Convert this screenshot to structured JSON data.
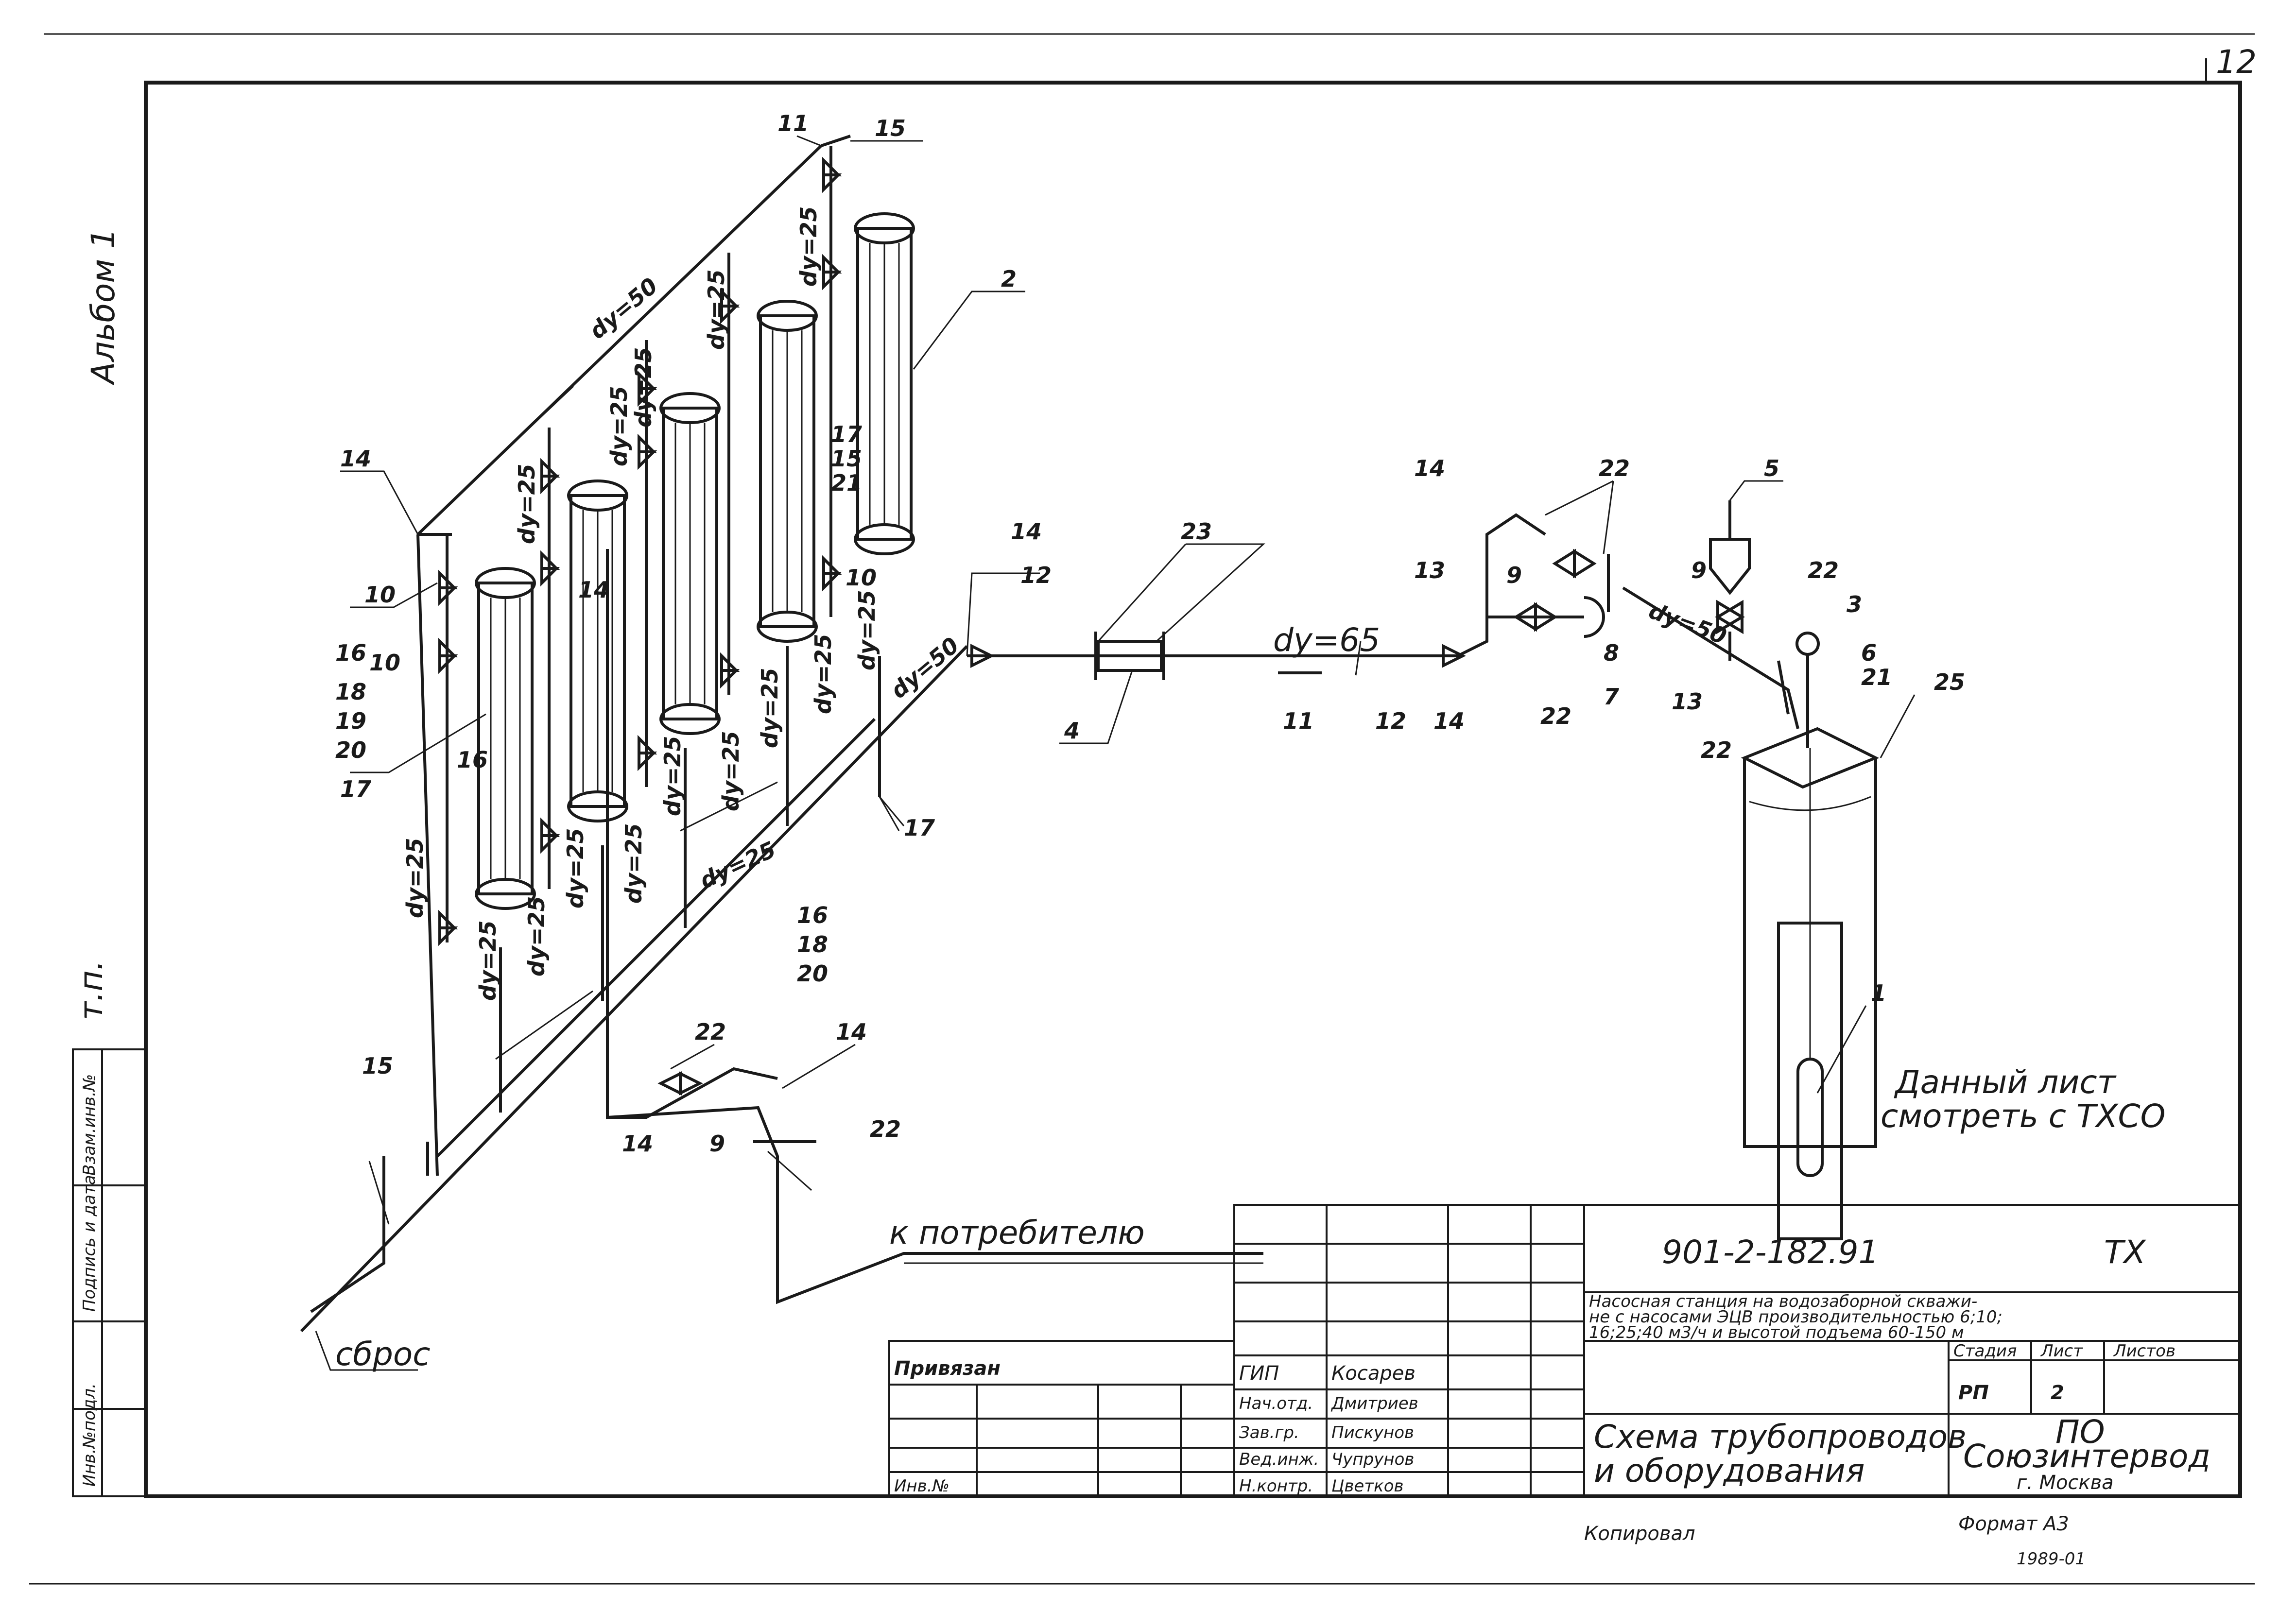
{
  "sheet": {
    "page_number": "12",
    "album": "Альбом 1",
    "tp": "т.п.",
    "note_line1": "Данный лист",
    "note_line2": "смотреть с ТХСО",
    "to_consumer": "к потребителю",
    "drain": "сброс"
  },
  "callouts": [
    "1",
    "2",
    "3",
    "4",
    "5",
    "6",
    "7",
    "8",
    "9",
    "10",
    "11",
    "12",
    "13",
    "14",
    "15",
    "16",
    "17",
    "18",
    "19",
    "20",
    "21",
    "22",
    "23",
    "25"
  ],
  "dims": {
    "d50": "dy=50",
    "d25": "dy=25",
    "d65": "dy=65"
  },
  "side_stamp": {
    "inv_orig": "Инв.№подл.",
    "sign_date": "Подпись и дата",
    "instead_inv": "Взам.инв.№"
  },
  "title_block": {
    "code": "901-2-182.91",
    "mark": "ТХ",
    "project_line1": "Насосная станция на водозаборной скважи-",
    "project_line2": "не с насосами ЭЦВ производительностью 6;10;",
    "project_line3": "16;25;40 м3/ч и высотой подъема 60-150 м",
    "stage_hdr": "Стадия",
    "sheet_hdr": "Лист",
    "sheets_hdr": "Листов",
    "stage": "РП",
    "sheet": "2",
    "drawing_title1": "Схема трубопроводов",
    "drawing_title2": "и оборудования",
    "org1": "ПО",
    "org2": "Союзинтервод",
    "org3": "г. Москва",
    "bound": "Привязан",
    "inv": "Инв.№",
    "roles": [
      "ГИП",
      "Нач.отд.",
      "Зав.гр.",
      "Вед.инж.",
      "Н.контр."
    ],
    "names": [
      "Косарев",
      "Дмитриев",
      "Пискунов",
      "Чупрунов",
      "Цветков"
    ],
    "copied": "Копировал",
    "format": "Формат А3",
    "year": "1989-01"
  }
}
